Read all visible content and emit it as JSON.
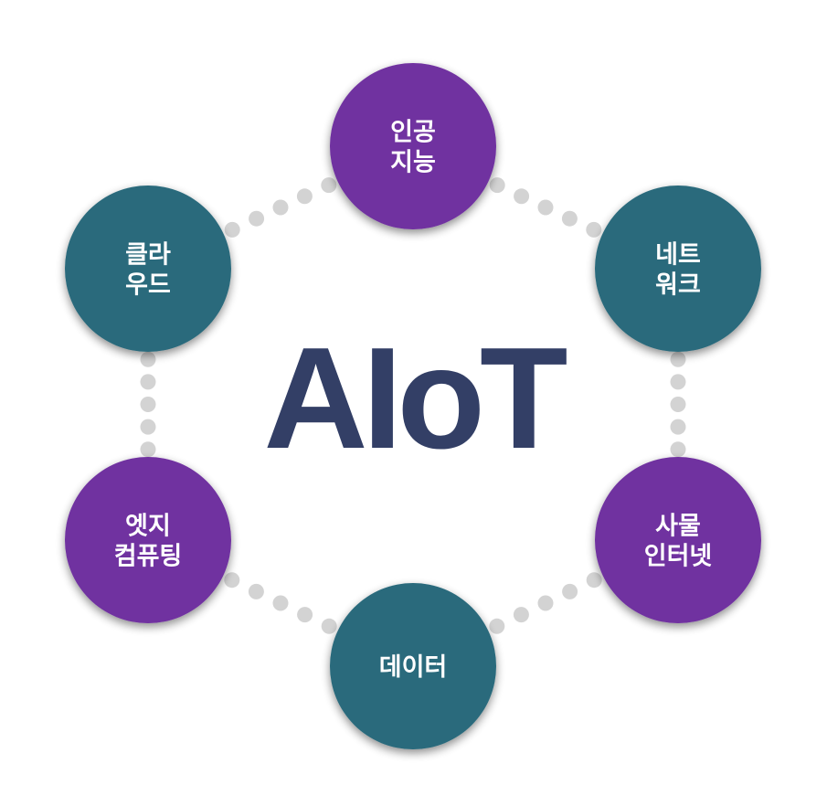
{
  "title": "AIoT",
  "colors": {
    "purple": "#7030a0",
    "teal": "#2a6a7c",
    "title": "#333f66",
    "dots": "#d3d3d3",
    "shadow": "#9a9a9a"
  },
  "nodes": [
    {
      "id": "ai",
      "color": "purple",
      "lines": [
        "인공",
        "지능"
      ]
    },
    {
      "id": "network",
      "color": "teal",
      "lines": [
        "네트",
        "워크"
      ]
    },
    {
      "id": "iot",
      "color": "purple",
      "lines": [
        "사물",
        "인터넷"
      ]
    },
    {
      "id": "data",
      "color": "teal",
      "lines": [
        "데이터"
      ]
    },
    {
      "id": "edge",
      "color": "purple",
      "lines": [
        "엣지",
        "컴퓨팅"
      ]
    },
    {
      "id": "cloud",
      "color": "teal",
      "lines": [
        "클라",
        "우드"
      ]
    }
  ]
}
